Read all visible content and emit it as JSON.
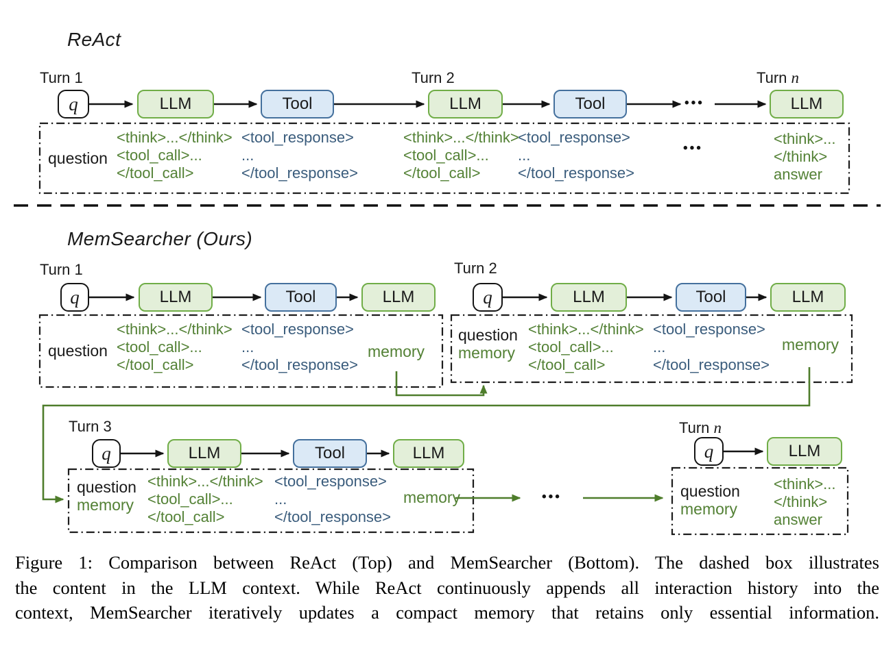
{
  "figure": {
    "react": {
      "title": "ReAct",
      "turn_labels": {
        "turn1": "Turn 1",
        "turn2": "Turn 2",
        "turnn_prefix": "Turn ",
        "turnn_var": "n"
      },
      "boxes": {
        "q": "q",
        "llm": "LLM",
        "tool": "Tool"
      },
      "row_dots": "•••",
      "context": {
        "question": "question",
        "llm_output": [
          "<think>...</think>",
          "<tool_call>...",
          "</tool_call>"
        ],
        "tool_output": [
          "<tool_response>",
          "...",
          "</tool_response>"
        ],
        "dots": "•••",
        "final_output": [
          "<think>...",
          "</think>",
          "answer"
        ]
      }
    },
    "memsearcher": {
      "title": "MemSearcher (Ours)",
      "turn_labels": {
        "turn1": "Turn 1",
        "turn2": "Turn 2",
        "turn3": "Turn 3",
        "turnn_prefix": "Turn ",
        "turnn_var": "n"
      },
      "boxes": {
        "q": "q",
        "llm": "LLM",
        "tool": "Tool"
      },
      "context": {
        "question": "question",
        "memory": "memory",
        "llm_output": [
          "<think>...</think>",
          "<tool_call>...",
          "</tool_call>"
        ],
        "tool_output": [
          "<tool_response>",
          "...",
          "</tool_response>"
        ],
        "final_output": [
          "<think>...",
          "</think>",
          "answer"
        ],
        "chain_dots": "•••"
      }
    },
    "palette": {
      "green_fill": "#e3efd9",
      "green_border": "#70ad47",
      "blue_fill": "#dbe9f6",
      "blue_border": "#44709d",
      "green_text": "#538135",
      "blue_text": "#3a5c7c",
      "green_connector": "#4e7d2b",
      "black": "#141414"
    }
  },
  "caption": {
    "lines": [
      "Figure 1: Comparison between ReAct (Top) and MemSearcher (Bottom). The dashed box illustrates",
      "the content in the LLM context.  While ReAct continuously appends all interaction history into the",
      "context, MemSearcher iteratively updates a compact memory that retains only essential information."
    ]
  }
}
